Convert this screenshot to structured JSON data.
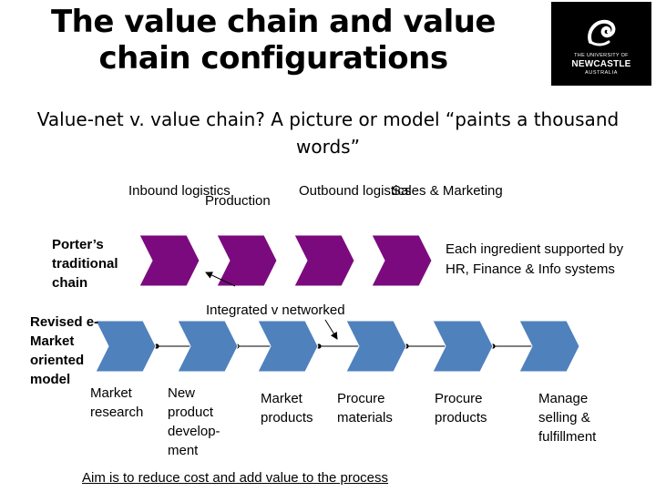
{
  "slide": {
    "title": "The value chain and value chain configurations",
    "subtitle": "Value-net v. value chain? A picture or model “paints a thousand words”",
    "aim": "Aim is to reduce cost and add value to the process"
  },
  "logo": {
    "line1": "THE UNIVERSITY OF",
    "line2": "NEWCASTLE",
    "line3": "AUSTRALIA",
    "background": "#000000"
  },
  "porter": {
    "label": "Porter’s traditional chain",
    "color": "#7B0A7F",
    "stages": [
      "Inbound logistics",
      "Production",
      "Outbound logistics",
      "Sales & Marketing"
    ],
    "note": "Each ingredient supported by HR, Finance & Info systems"
  },
  "connector_label": "Integrated v networked",
  "emarket": {
    "label": "Revised e-Market oriented model",
    "color": "#4F81BD",
    "stages": [
      "Market research",
      "New product develop-ment",
      "Market products",
      "Procure materials",
      "Procure products",
      "Manage selling & fulfillment"
    ]
  }
}
